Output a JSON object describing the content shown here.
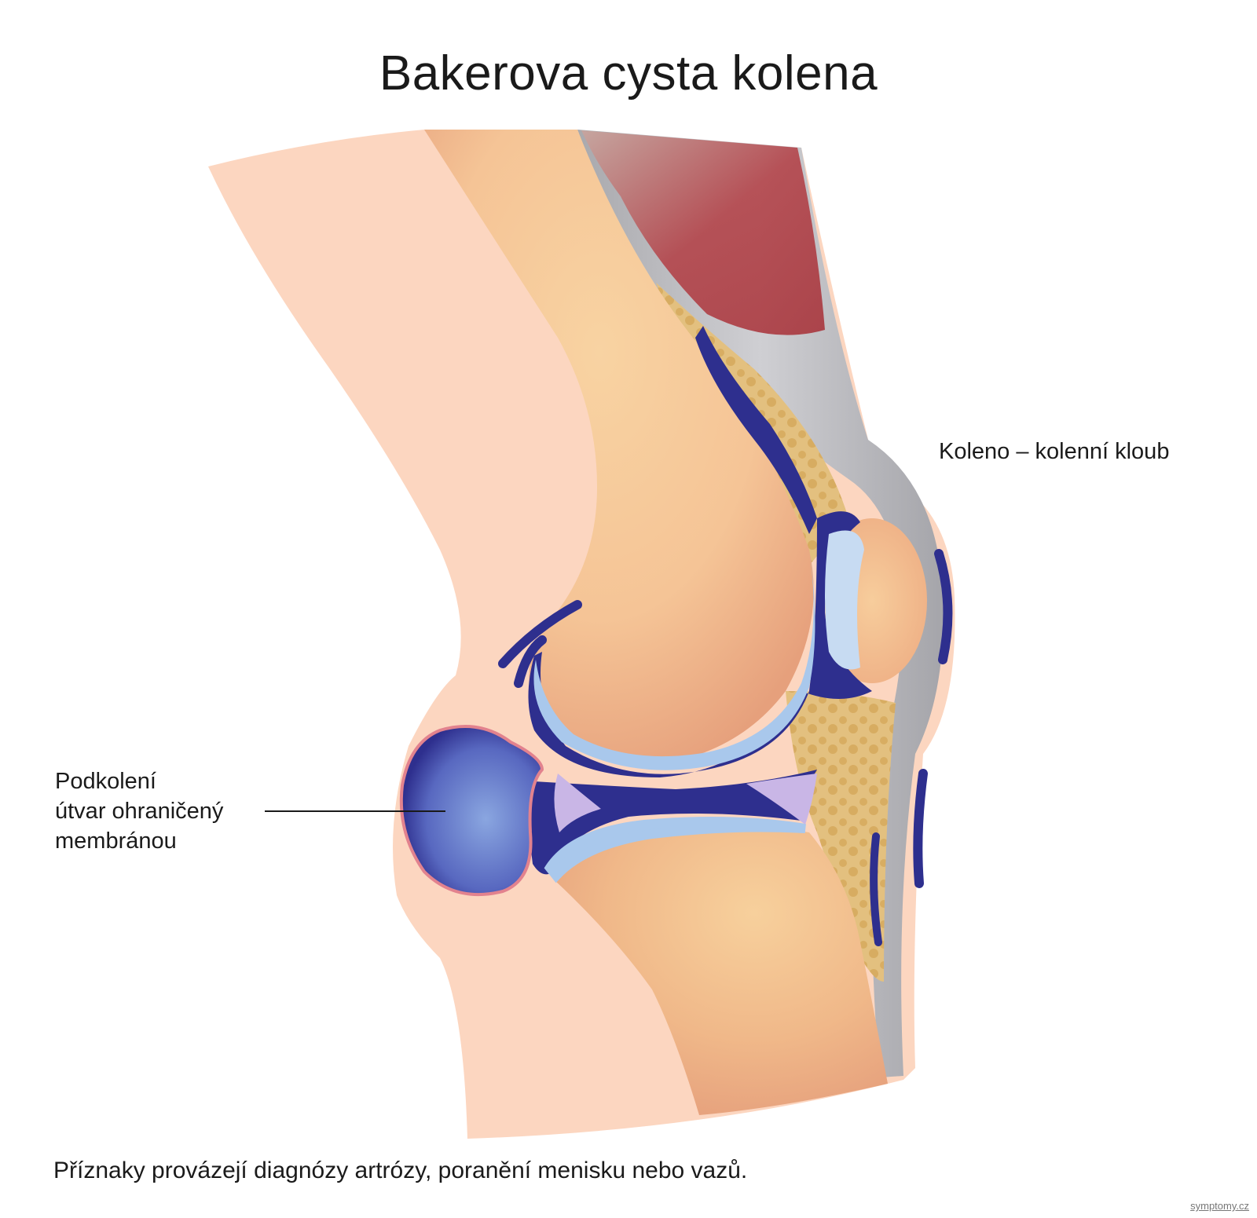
{
  "title": "Bakerova cysta kolena",
  "labels": {
    "knee": "Koleno – kolenní kloub",
    "cyst_line1": "Podkolení",
    "cyst_line2": "útvar ohraničený",
    "cyst_line3": "membránou"
  },
  "caption": "Příznaky provázejí diagnózy artrózy, poranění menisku nebo vazů.",
  "watermark": "symptomy.cz",
  "colors": {
    "skin": "#fcd6c0",
    "bone": "#f5c496",
    "bone_shade": "#e9a47f",
    "synovial_dark": "#2e2f8e",
    "cartilage": "#a9c8ec",
    "meniscus": "#c9b6e6",
    "muscle": "#b3444a",
    "tendon": "#b9b9bd",
    "fat": "#d8ad62",
    "cyst": "#4a5ab8",
    "outline": "#e2828e"
  }
}
